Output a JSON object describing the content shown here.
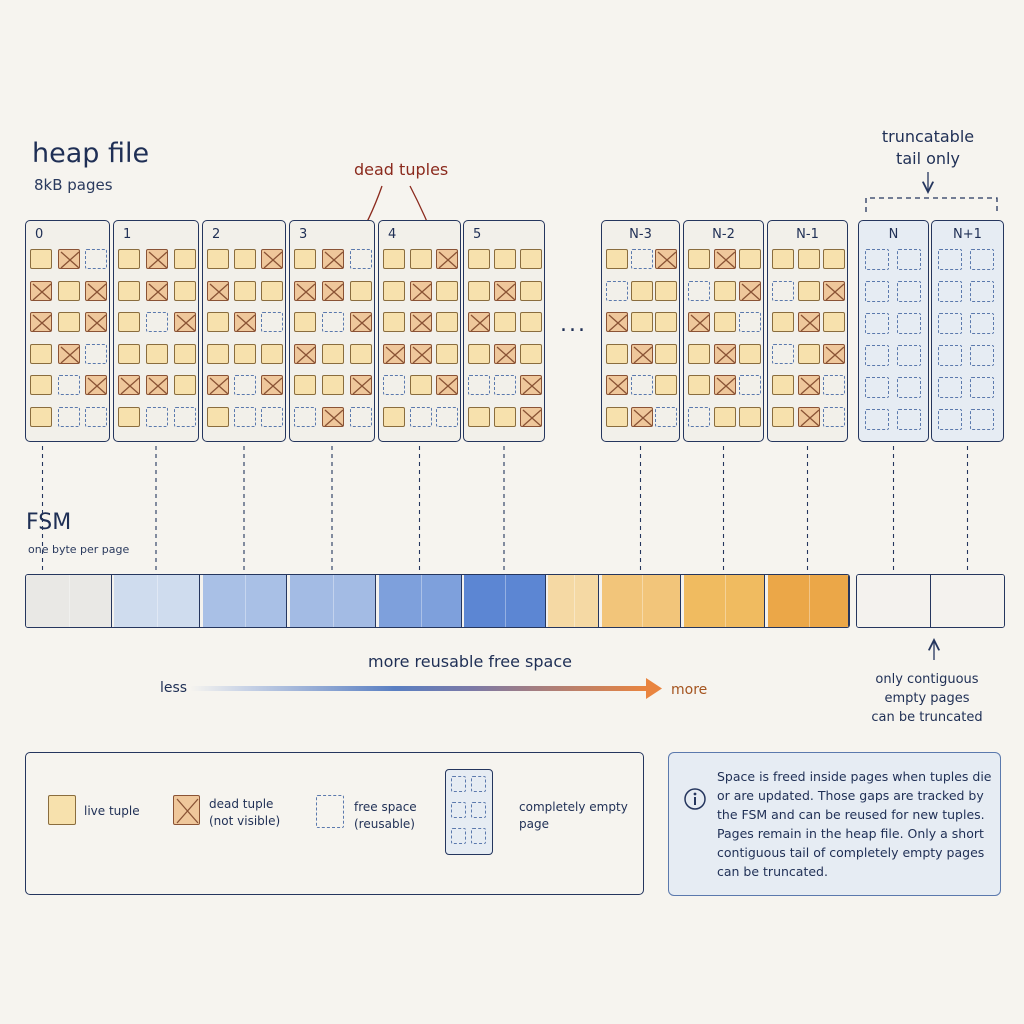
{
  "heap": {
    "title": "heap file",
    "subtitle": "8kB pages",
    "dead_label": "dead tuples",
    "ellipsis": "...",
    "truncatable_label": [
      "truncatable",
      "tail only"
    ]
  },
  "pages": [
    {
      "label": "0",
      "slots": [
        "L",
        "D",
        "F",
        "D",
        "L",
        "D",
        "D",
        "L",
        "D",
        "L",
        "D",
        "F",
        "L",
        "F",
        "D",
        "L",
        "F",
        "F"
      ]
    },
    {
      "label": "1",
      "slots": [
        "L",
        "D",
        "L",
        "L",
        "D",
        "L",
        "L",
        "F",
        "D",
        "L",
        "L",
        "L",
        "D",
        "D",
        "L",
        "L",
        "F",
        "F"
      ]
    },
    {
      "label": "2",
      "slots": [
        "L",
        "L",
        "D",
        "D",
        "L",
        "L",
        "L",
        "D",
        "F",
        "L",
        "L",
        "L",
        "D",
        "F",
        "D",
        "L",
        "F",
        "F"
      ]
    },
    {
      "label": "3",
      "slots": [
        "L",
        "D",
        "F",
        "D",
        "D",
        "L",
        "L",
        "F",
        "D",
        "D",
        "L",
        "L",
        "L",
        "L",
        "D",
        "F",
        "D",
        "F"
      ]
    },
    {
      "label": "4",
      "slots": [
        "L",
        "L",
        "D",
        "L",
        "D",
        "L",
        "L",
        "D",
        "L",
        "D",
        "D",
        "L",
        "F",
        "L",
        "D",
        "L",
        "F",
        "F"
      ]
    },
    {
      "label": "5",
      "slots": [
        "L",
        "L",
        "L",
        "L",
        "D",
        "L",
        "D",
        "L",
        "L",
        "L",
        "D",
        "L",
        "F",
        "F",
        "D",
        "L",
        "L",
        "D"
      ]
    },
    {
      "label": "N-3",
      "slots": [
        "L",
        "F",
        "D",
        "F",
        "L",
        "L",
        "D",
        "L",
        "L",
        "L",
        "D",
        "L",
        "D",
        "F",
        "L",
        "L",
        "D",
        "F"
      ]
    },
    {
      "label": "N-2",
      "slots": [
        "L",
        "D",
        "L",
        "F",
        "L",
        "D",
        "D",
        "L",
        "F",
        "L",
        "D",
        "L",
        "L",
        "D",
        "F",
        "F",
        "L",
        "L"
      ]
    },
    {
      "label": "N-1",
      "slots": [
        "L",
        "L",
        "L",
        "F",
        "L",
        "D",
        "L",
        "D",
        "L",
        "F",
        "L",
        "D",
        "L",
        "D",
        "F",
        "L",
        "D",
        "F"
      ]
    },
    {
      "label": "N",
      "empty": true
    },
    {
      "label": "N+1",
      "empty": true
    }
  ],
  "fsm": {
    "title": "FSM",
    "subtitle": "one byte per page",
    "colors": [
      "#e9e8e5",
      "#cfdcee",
      "#a9c0e6",
      "#a3bbe4",
      "#7ea0dc",
      "#5c86d3",
      "#f5d9a4",
      "#f2c57a",
      "#f0bb60",
      "#eba748"
    ],
    "empty_color": "#f4f2ee"
  },
  "gradient": {
    "title": "more reusable free space",
    "less": "less",
    "more": "more"
  },
  "only_contiguous": [
    "only contiguous",
    "empty pages",
    "can be truncated"
  ],
  "legend": {
    "live": "live tuple",
    "dead": [
      "dead tuple",
      "(not visible)"
    ],
    "free": [
      "free space",
      "(reusable)"
    ],
    "empty": [
      "completely empty",
      "page"
    ]
  },
  "info": {
    "icon": "info-icon",
    "lines": [
      "Space is freed inside pages when tuples die",
      "or are updated. Those gaps are tracked by",
      "the FSM and can be reused for new tuples.",
      "Pages remain in the heap file. Only a short",
      "contiguous tail of completely empty pages",
      "can be truncated."
    ]
  }
}
